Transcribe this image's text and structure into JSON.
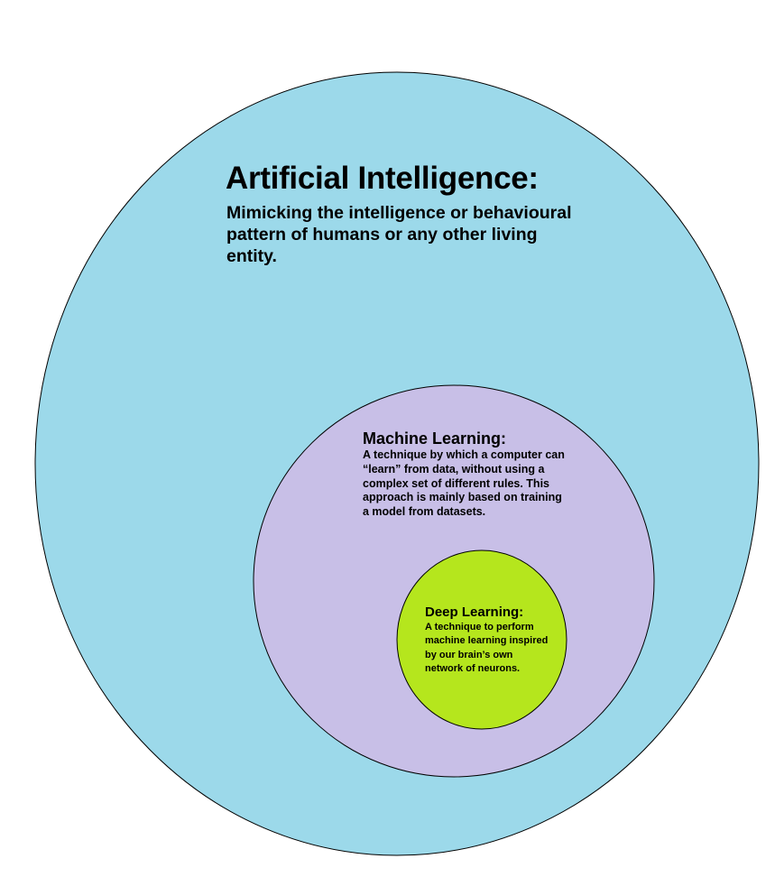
{
  "diagram": {
    "colors": {
      "ai_fill": "#9cd9ea",
      "ml_fill": "#c8bfe7",
      "dl_fill": "#b5e61d",
      "outline": "#000000"
    },
    "artificial_intelligence": {
      "title": "Artificial Intelligence:",
      "description": "Mimicking the intelligence or behavioural pattern of humans or any other living entity."
    },
    "machine_learning": {
      "title": "Machine Learning:",
      "description": "A technique by which a computer can “learn” from data, without using a complex set of different rules. This approach is mainly based on training a model from datasets."
    },
    "deep_learning": {
      "title": "Deep Learning:",
      "description": "A technique to perform machine learning inspired by our brain’s own network of neurons."
    }
  }
}
